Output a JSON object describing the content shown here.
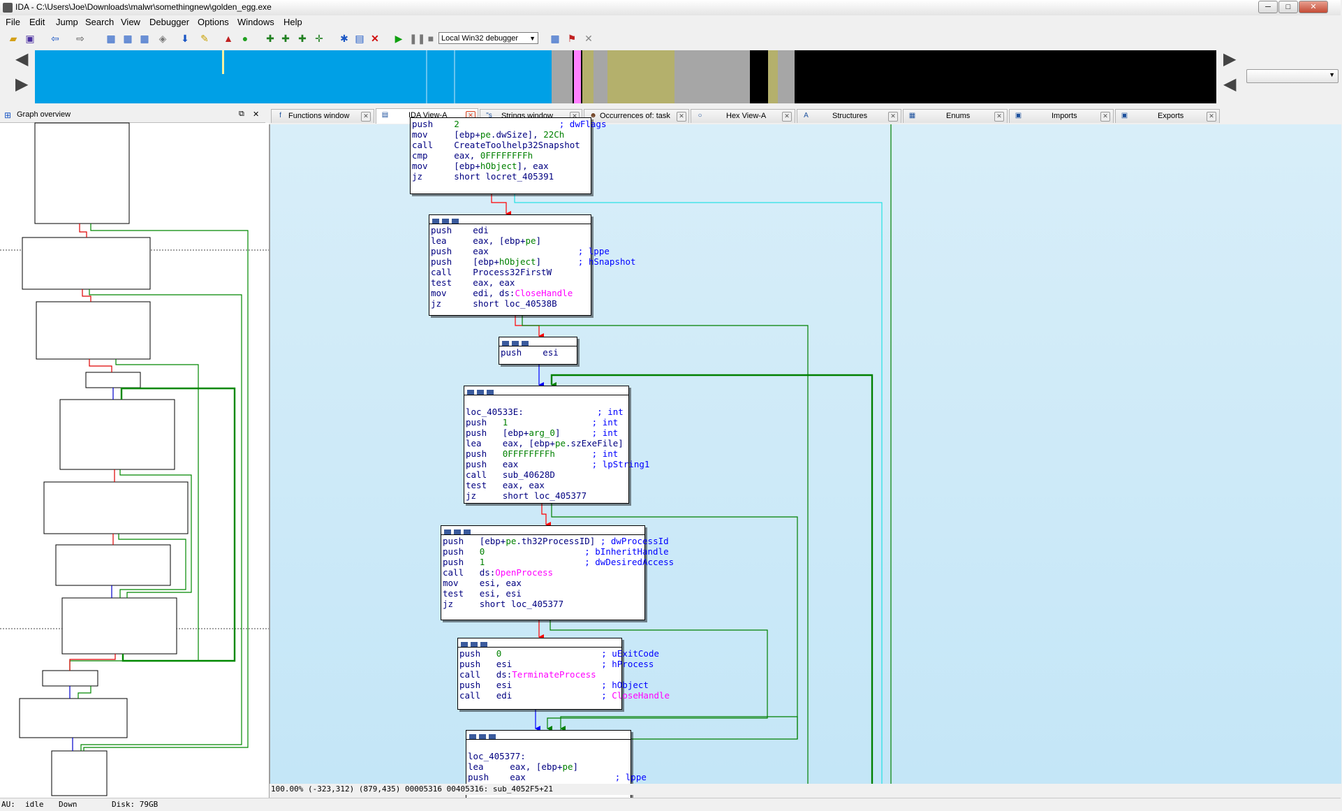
{
  "window": {
    "title": "IDA - C:\\Users\\Joe\\Downloads\\malwr\\somethingnew\\golden_egg.exe",
    "minimize": "─",
    "maximize": "□",
    "close": "✕"
  },
  "menu": [
    "File",
    "Edit",
    "Jump",
    "Search",
    "View",
    "Debugger",
    "Options",
    "Windows",
    "Help"
  ],
  "toolbar": {
    "icons": [
      "open-icon",
      "save-icon",
      "back-icon",
      "forward-icon",
      "cross-ref-icon",
      "search-icon",
      "copy-icon",
      "down-arrow-icon",
      "edit-icon",
      "breakpoint-icon",
      "green-circle-icon",
      "add-icon",
      "add-icon-2",
      "add-icon-3",
      "plus-icon",
      "bug-icon",
      "chart-icon",
      "delete-icon",
      "play-icon",
      "pause-icon",
      "stop-icon",
      "flag-icon",
      "cross-icon"
    ],
    "debugger": "Local Win32 debugger"
  },
  "overview": {
    "title": "Graph overview",
    "float": "⧉",
    "close": "✕"
  },
  "tabs": [
    {
      "label": "Functions window",
      "icon": "f"
    },
    {
      "label": "IDA View-A",
      "icon": "▤"
    },
    {
      "label": "Strings window",
      "icon": "\"s"
    },
    {
      "label": "Occurrences of: task",
      "icon": "☻"
    },
    {
      "label": "Hex View-A",
      "icon": "○"
    },
    {
      "label": "Structures",
      "icon": "A"
    },
    {
      "label": "Enums",
      "icon": "▦"
    },
    {
      "label": "Imports",
      "icon": "▣"
    },
    {
      "label": "Exports",
      "icon": "▣"
    }
  ],
  "blocks": {
    "b1": [
      [
        "push",
        "2",
        "; dwFlags"
      ],
      [
        "mov",
        "[ebp+pe.dwSize], 22Ch",
        ""
      ],
      [
        "call",
        "CreateToolhelp32Snapshot",
        ""
      ],
      [
        "cmp",
        "eax, 0FFFFFFFFh",
        ""
      ],
      [
        "mov",
        "[ebp+hObject], eax",
        ""
      ],
      [
        "jz",
        "short locret_405391",
        ""
      ]
    ],
    "b2": [
      [
        "push",
        "edi",
        ""
      ],
      [
        "lea",
        "eax, [ebp+pe]",
        ""
      ],
      [
        "push",
        "eax",
        "; lppe"
      ],
      [
        "push",
        "[ebp+hObject]",
        "; hSnapshot"
      ],
      [
        "call",
        "Process32FirstW",
        ""
      ],
      [
        "test",
        "eax, eax",
        ""
      ],
      [
        "mov",
        "edi, ds:CloseHandle",
        ""
      ],
      [
        "jz",
        "short loc_40538B",
        ""
      ]
    ],
    "b3": [
      [
        "push",
        "esi",
        ""
      ]
    ],
    "b4_label": "loc_40533E:",
    "b4_label_cmt": "; int",
    "b4": [
      [
        "push",
        "1",
        "; int"
      ],
      [
        "push",
        "[ebp+arg_0]",
        "; int"
      ],
      [
        "lea",
        "eax, [ebp+pe.szExeFile]",
        ""
      ],
      [
        "push",
        "0FFFFFFFFh",
        "; int"
      ],
      [
        "push",
        "eax",
        "; lpString1"
      ],
      [
        "call",
        "sub_40628D",
        ""
      ],
      [
        "test",
        "eax, eax",
        ""
      ],
      [
        "jz",
        "short loc_405377",
        ""
      ]
    ],
    "b5": [
      [
        "push",
        "[ebp+pe.th32ProcessID]",
        "; dwProcessId"
      ],
      [
        "push",
        "0",
        "; bInheritHandle"
      ],
      [
        "push",
        "1",
        "; dwDesiredAccess"
      ],
      [
        "call",
        "ds:OpenProcess",
        ""
      ],
      [
        "mov",
        "esi, eax",
        ""
      ],
      [
        "test",
        "esi, esi",
        ""
      ],
      [
        "jz",
        "short loc_405377",
        ""
      ]
    ],
    "b6": [
      [
        "push",
        "0",
        "; uExitCode"
      ],
      [
        "push",
        "esi",
        "; hProcess"
      ],
      [
        "call",
        "ds:TerminateProcess",
        ""
      ],
      [
        "push",
        "esi",
        "; hObject"
      ],
      [
        "call",
        "edi",
        "; CloseHandle"
      ]
    ],
    "b7_label": "loc_405377:",
    "b7": [
      [
        "lea",
        "eax, [ebp+pe]",
        ""
      ],
      [
        "push",
        "eax",
        "; lppe"
      ]
    ]
  },
  "graph_status": "100.00% (-323,312) (879,435) 00005316 00405316: sub_4052F5+21",
  "status": {
    "au_label": "AU:",
    "au_state": "idle",
    "direction": "Down",
    "disk": "Disk: 79GB"
  },
  "colors": {
    "nav_code": "#00a0e6",
    "nav_data": "#a6a6a6",
    "nav_unexplored": "#b4b06c",
    "nav_pink": "#ff80ff",
    "graph_bg": "#c8e8f8",
    "edge_true": "#008000",
    "edge_false": "#ff0000",
    "edge_uncond": "#0000ff"
  }
}
